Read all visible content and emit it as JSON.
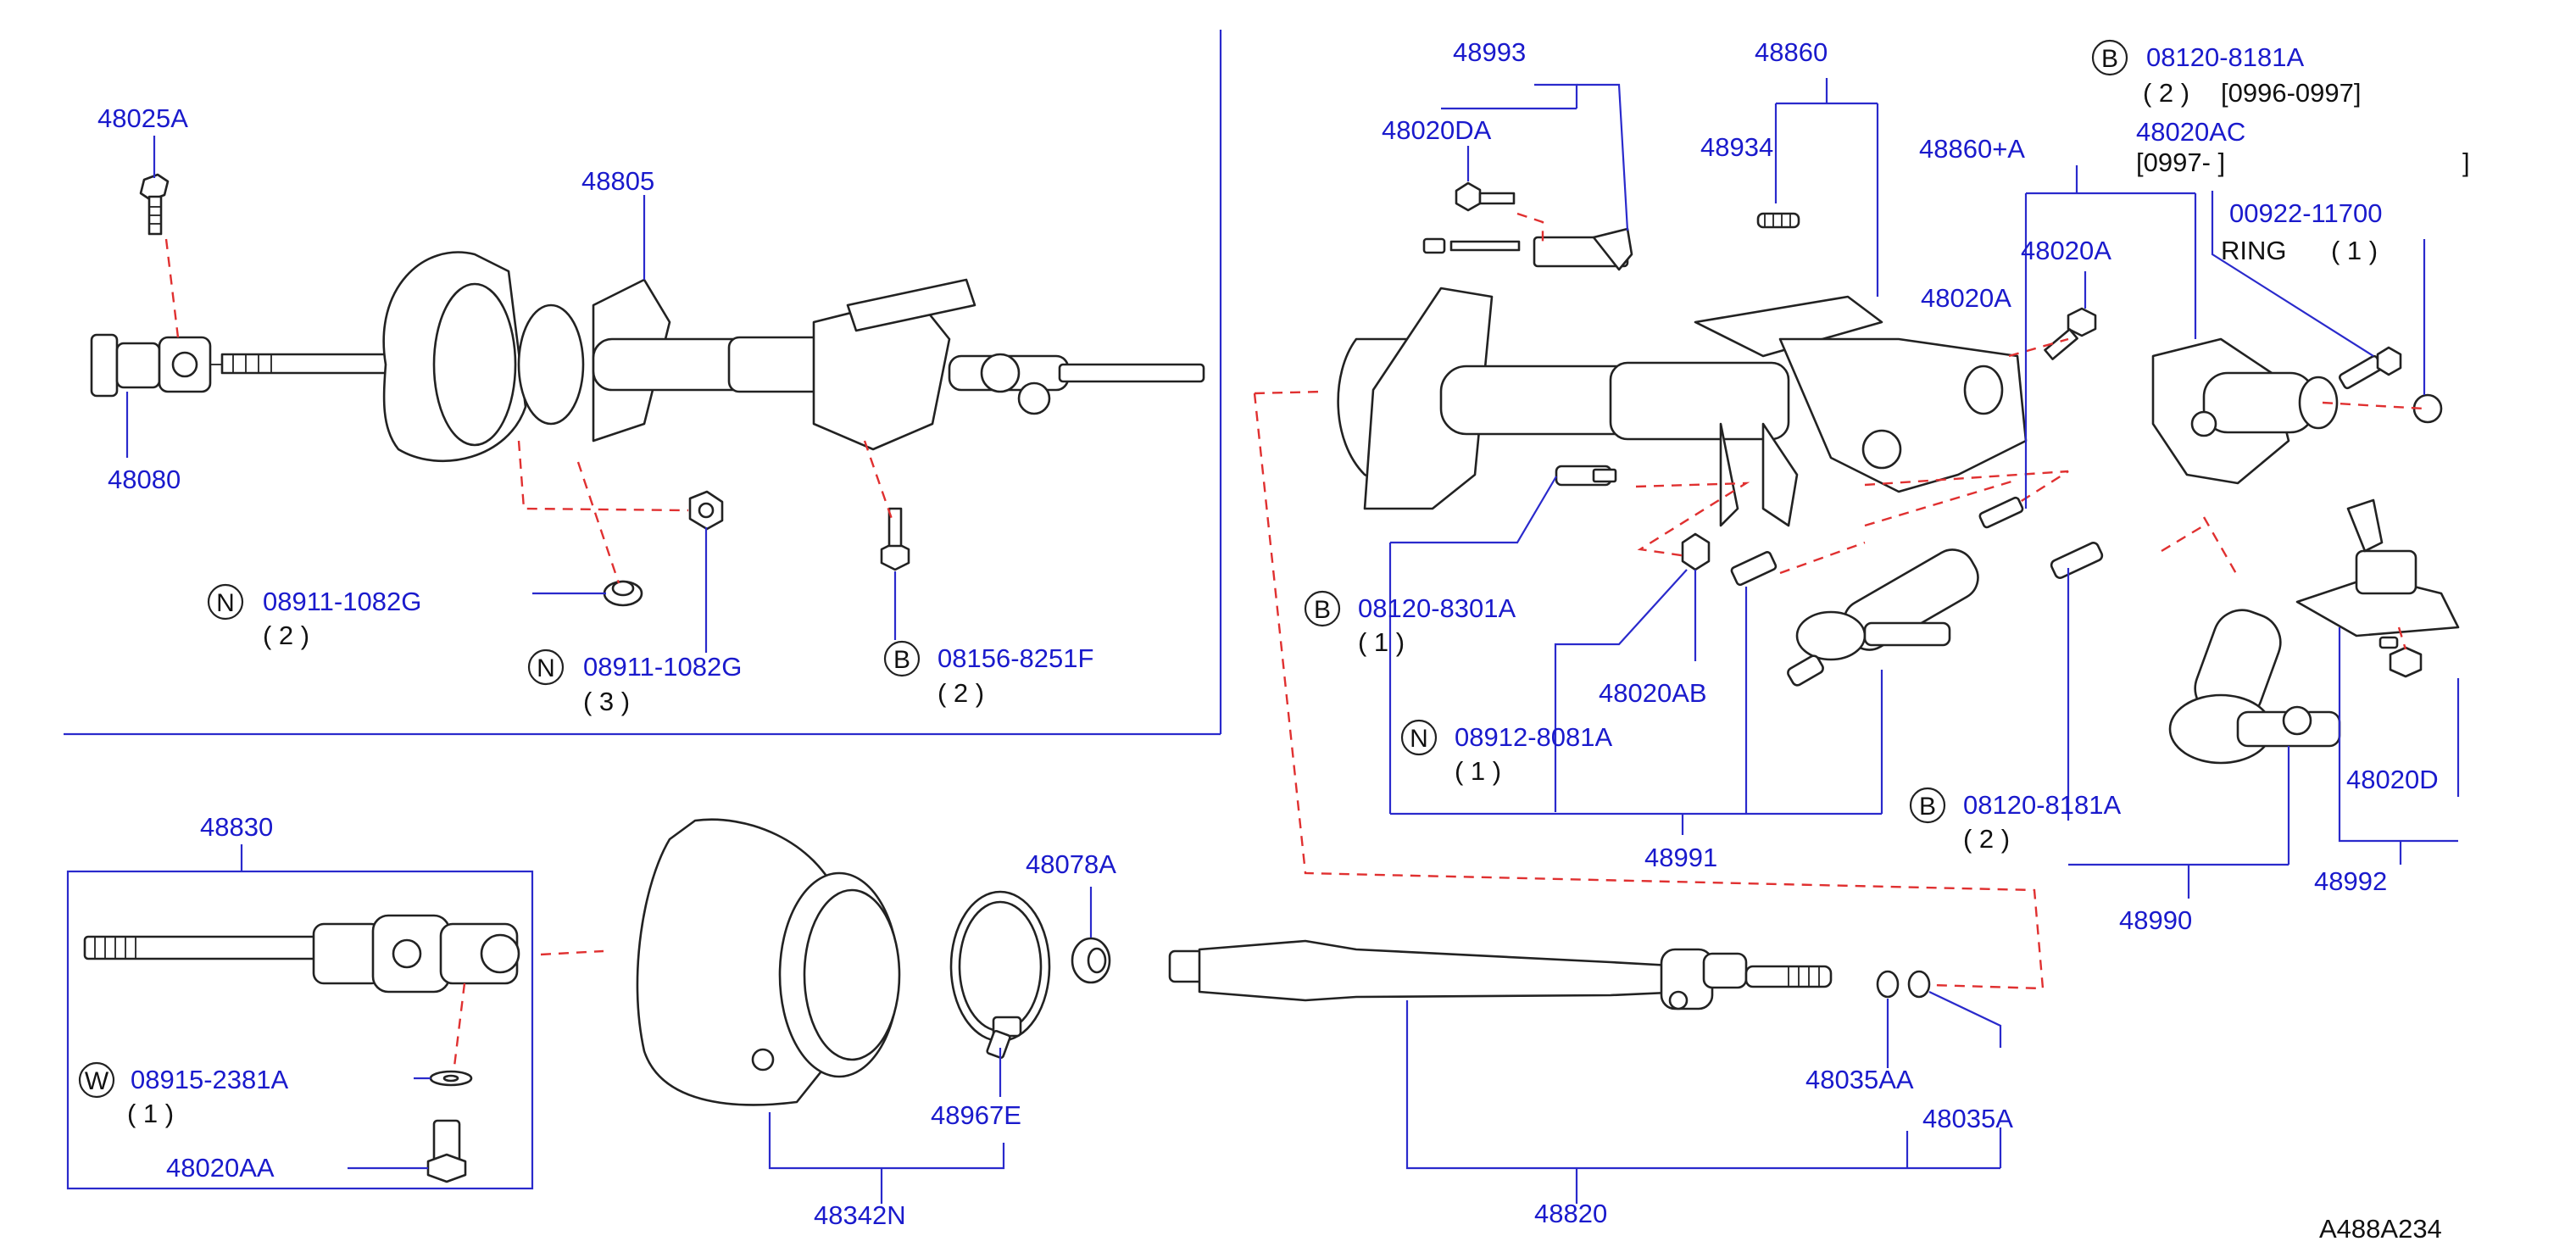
{
  "diagram": {
    "reference_code": "A488A234",
    "callouts": [
      {
        "id": "c-48025A",
        "part": "48025A"
      },
      {
        "id": "c-48080",
        "part": "48080"
      },
      {
        "id": "c-48805",
        "part": "48805"
      },
      {
        "id": "c-08911-1082G-a",
        "badge": "N",
        "part": "08911-1082G",
        "qty": "( 2 )"
      },
      {
        "id": "c-08911-1082G-b",
        "badge": "N",
        "part": "08911-1082G",
        "qty": "( 3 )"
      },
      {
        "id": "c-08156-8251F",
        "badge": "B",
        "part": "08156-8251F",
        "qty": "( 2 )"
      },
      {
        "id": "c-48993",
        "part": "48993"
      },
      {
        "id": "c-48020DA",
        "part": "48020DA"
      },
      {
        "id": "c-48860",
        "part": "48860"
      },
      {
        "id": "c-48934",
        "part": "48934"
      },
      {
        "id": "c-08120-8181A-top",
        "badge": "B",
        "part": "08120-8181A",
        "qty": "( 2 )",
        "date_range": "[0996-0997]"
      },
      {
        "id": "c-48020AC",
        "part": "48020AC",
        "date_range": "[0997-                    ]"
      },
      {
        "id": "c-48860A",
        "part": "48860+A"
      },
      {
        "id": "c-48020A-1",
        "part": "48020A"
      },
      {
        "id": "c-48020A-2",
        "part": "48020A"
      },
      {
        "id": "c-00922-11700",
        "part": "00922-11700",
        "desc": "RING",
        "qty": "( 1 )"
      },
      {
        "id": "c-08120-8301A",
        "badge": "B",
        "part": "08120-8301A",
        "qty": "( 1 )"
      },
      {
        "id": "c-48020AB",
        "part": "48020AB"
      },
      {
        "id": "c-08912-8081A",
        "badge": "N",
        "part": "08912-8081A",
        "qty": "( 1 )"
      },
      {
        "id": "c-48991",
        "part": "48991"
      },
      {
        "id": "c-08120-8181A-bot",
        "badge": "B",
        "part": "08120-8181A",
        "qty": "( 2 )"
      },
      {
        "id": "c-48020D",
        "part": "48020D"
      },
      {
        "id": "c-48992",
        "part": "48992"
      },
      {
        "id": "c-48990",
        "part": "48990"
      },
      {
        "id": "c-48830",
        "part": "48830"
      },
      {
        "id": "c-08915-2381A",
        "badge": "W",
        "part": "08915-2381A",
        "qty": "( 1 )"
      },
      {
        "id": "c-48020AA",
        "part": "48020AA"
      },
      {
        "id": "c-48078A",
        "part": "48078A"
      },
      {
        "id": "c-48967E",
        "part": "48967E"
      },
      {
        "id": "c-48342N",
        "part": "48342N"
      },
      {
        "id": "c-48035AA",
        "part": "48035AA"
      },
      {
        "id": "c-48035A",
        "part": "48035A"
      },
      {
        "id": "c-48820",
        "part": "48820"
      }
    ]
  },
  "colors": {
    "label": "#1a1acc",
    "leader": "#2a2acc",
    "dashed_guide": "#e03030",
    "part_outline": "#222222"
  }
}
